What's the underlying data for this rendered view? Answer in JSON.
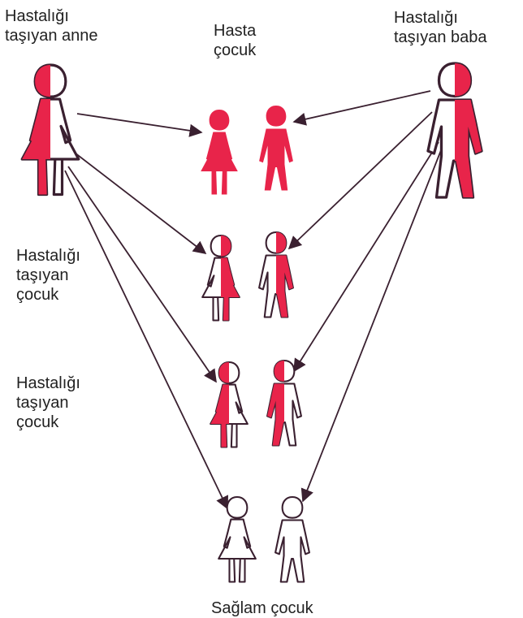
{
  "labels": {
    "carrier_mother": "Hastalığı\ntaşıyan anne",
    "carrier_father": "Hastalığı\ntaşıyan baba",
    "sick_child": "Hasta\nçocuk",
    "carrier_child_1": "Hastalığı\ntaşıyan\nçocuk",
    "carrier_child_2": "Hastalığı\ntaşıyan\nçocuk",
    "healthy_child": "Sağlam çocuk"
  },
  "colors": {
    "affected": "#e8244a",
    "outline": "#3a2030",
    "background": "#ffffff"
  }
}
